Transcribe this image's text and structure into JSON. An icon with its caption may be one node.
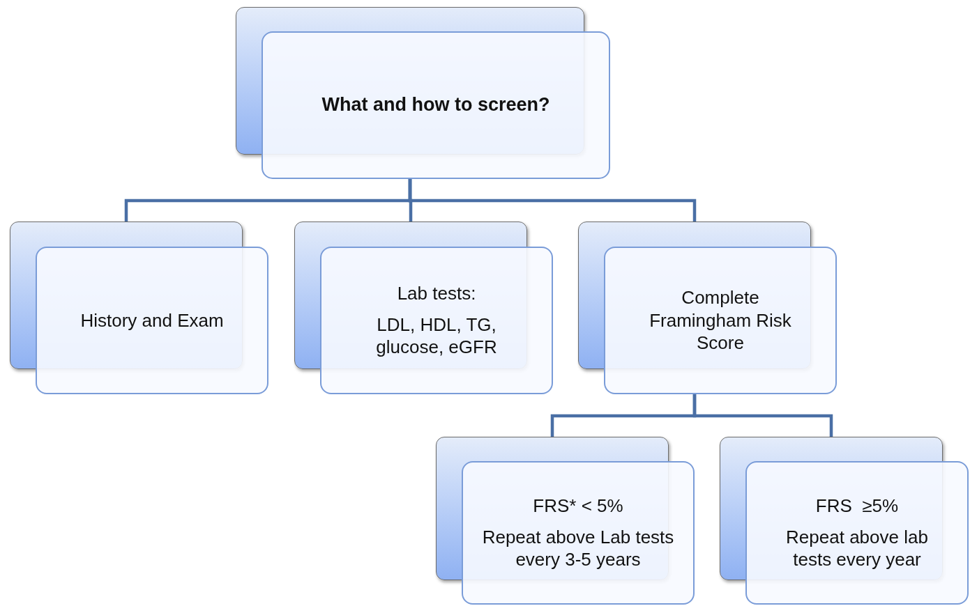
{
  "diagram": {
    "nodes": [
      {
        "text": [
          "What and how to screen?"
        ]
      },
      {
        "text": [
          "History and Exam"
        ]
      },
      {
        "text": [
          "Lab tests:",
          "LDL, HDL, TG, glucose, eGFR"
        ]
      },
      {
        "text": [
          "Complete Framingham Risk Score"
        ]
      },
      {
        "text": [
          "FRS* < 5%",
          "Repeat above Lab tests every 3-5 years"
        ]
      },
      {
        "text": [
          "FRS  ≥5%",
          "Repeat above lab tests every year"
        ]
      }
    ],
    "edges": [
      {
        "from": 0,
        "to": 1,
        "arrow": "none"
      },
      {
        "from": 0,
        "to": 2,
        "arrow": "none"
      },
      {
        "from": 0,
        "to": 3,
        "arrow": "none"
      },
      {
        "from": 3,
        "to": 4,
        "arrow": "none"
      },
      {
        "from": 3,
        "to": 5,
        "arrow": "none"
      }
    ]
  }
}
